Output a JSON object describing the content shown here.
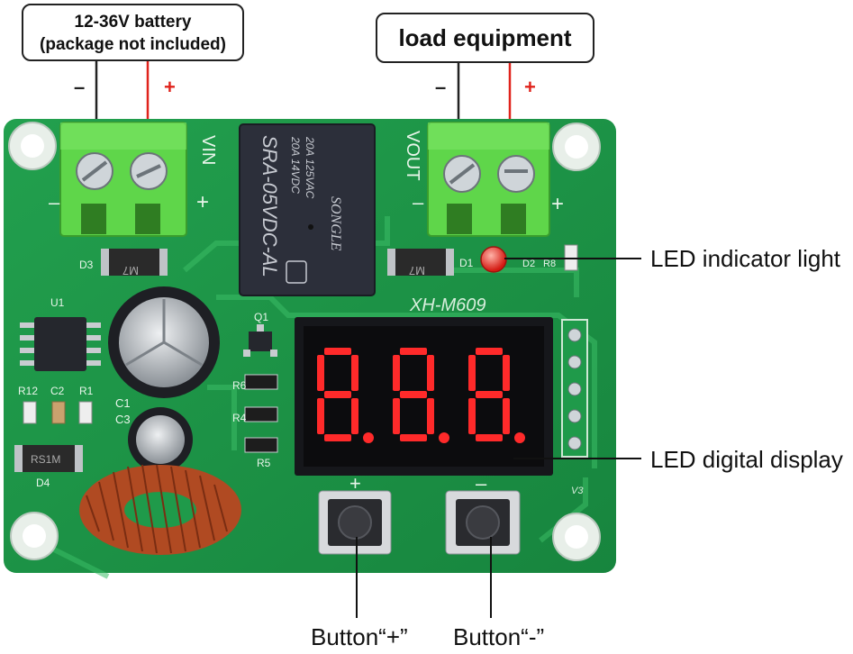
{
  "callouts": {
    "battery_line1": "12-36V battery",
    "battery_line2": "(package not included)",
    "load": "load equipment"
  },
  "polarity": {
    "minus": "–",
    "plus": "+"
  },
  "labels": {
    "led_indicator": "LED indicator light",
    "led_display": "LED digital display",
    "button_plus": "Button“+”",
    "button_minus": "Button“-”"
  },
  "board": {
    "model": "XH-M609",
    "version": "V3",
    "terminal_in": "VIN",
    "terminal_out": "VOUT",
    "relay": {
      "brand": "SONGLE",
      "model": "SRA-05VDC-AL",
      "rating_line1": "20A 14VDC",
      "rating_line2": "20A 125VAC"
    },
    "diode_marking": "M7",
    "diode_d4_marking": "RS1M",
    "display_value": "8.8.8.",
    "components": {
      "d1": "D1",
      "d2": "D2",
      "d3": "D3",
      "d4": "D4",
      "u1": "U1",
      "q1": "Q1",
      "r1": "R1",
      "r4": "R4",
      "r5": "R5",
      "r6": "R6",
      "r8": "R8",
      "r12": "R12",
      "c1": "C1",
      "c2": "C2",
      "c3": "C3"
    },
    "pad_minus": "–",
    "pad_plus": "+"
  },
  "colors": {
    "pcb_green": "#1f9a4a",
    "terminal_green": "#5fd64a",
    "relay_body": "#2c2f3a",
    "wire_red": "#e0231c",
    "led_red": "#e8201a",
    "coil_copper": "#b04a22",
    "segment_red": "#ff2a2a"
  }
}
